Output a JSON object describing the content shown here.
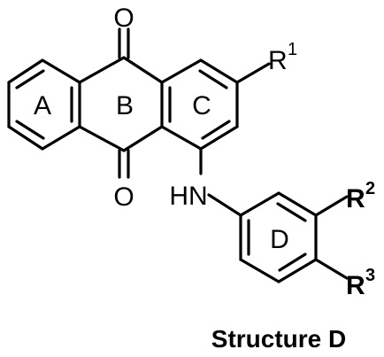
{
  "colors": {
    "bond": "#000000",
    "r1_substituent": "#e8232a",
    "background": "#ffffff"
  },
  "rings": {
    "a": "A",
    "b": "B",
    "c": "C",
    "d": "D"
  },
  "atoms": {
    "oxygen_top": "O",
    "oxygen_bottom": "O",
    "amine": "HN"
  },
  "substituents": {
    "r1_base": "R",
    "r1_sup": "1",
    "r2_base": "R",
    "r2_sup": "2",
    "r3_base": "R",
    "r3_sup": "3"
  },
  "caption": "Structure D"
}
